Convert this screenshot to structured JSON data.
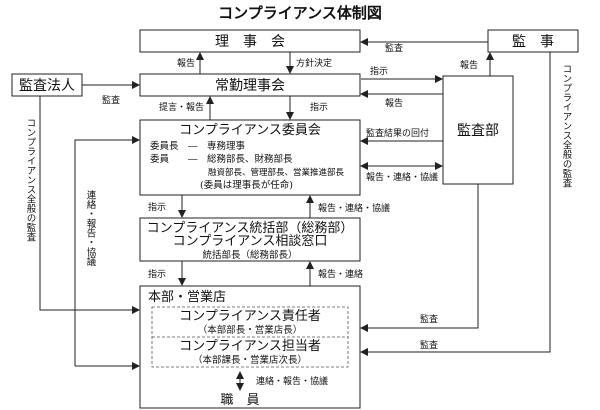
{
  "title": "コンプライアンス体制図",
  "boxes": {
    "board": "理　事　会",
    "standing_board": "常勤理事会",
    "auditor": "監　事",
    "audit_corp": "監査法人",
    "audit_dept": "監査部",
    "committee": {
      "title": "コンプライアンス委員会",
      "line1": "委員長　―　専務理事",
      "line2": "委員　　―　総務部長、財務部長",
      "line3": "融資部長、管理部長、営業推進部長",
      "line4": "(委員は理事長が任命)"
    },
    "coord": {
      "line1": "コンプライアンス統括部（総務部）",
      "line2": "コンプライアンス相談窓口",
      "line3": "統括部長（総務部長）"
    },
    "branch": {
      "header": "本部・営業店",
      "resp_title": "コンプライアンス責任者",
      "resp_sub": "（本部部長・営業店長）",
      "person_title": "コンプライアンス担当者",
      "person_sub": "（本部課長・営業店次長）"
    },
    "staff": "職　員"
  },
  "labels": {
    "report_board": "報告",
    "policy": "方針決定",
    "audit_to_board": "監査",
    "instruct_top": "指示",
    "report_auditor": "報告",
    "audit_corp_to_standing": "監査",
    "report_standing": "報告",
    "propose_report": "提言・報告",
    "instruct_committee": "指示",
    "audit_result": "監査結果の回付",
    "report_contact_consult": "報告・連絡・協議",
    "instruct_coord": "指示",
    "report_contact_consult2": "報告・連絡・協議",
    "instruct_branch": "指示",
    "report_contact": "報告・連絡",
    "audit_branch1": "監査",
    "audit_branch2": "監査",
    "contact_report_consult_staff": "連絡・報告・協議",
    "vert_left_audit": "コンプライアンス全般の監査",
    "vert_left_contact": "連絡・報告・協議",
    "vert_right_audit": "コンプライアンス全般の監査"
  }
}
